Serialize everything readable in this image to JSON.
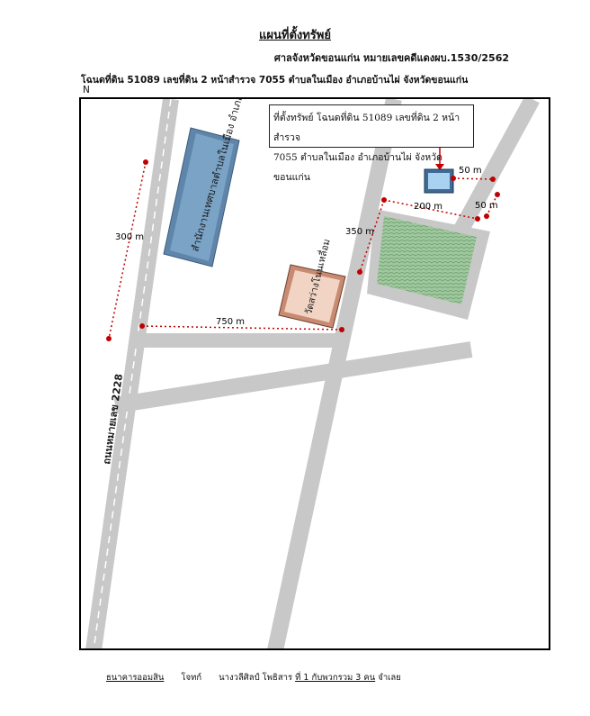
{
  "header": {
    "title": "แผนที่ตั้งทรัพย์",
    "court_line": "ศาลจังหวัดขอนแก่น หมายเลขคดีแดงผบ.1530/2562",
    "deed_line": "โฉนดที่ดิน 51089 เลขที่ดิน 2 หน้าสำรวจ 7055 ตำบลในเมือง อำเภอบ้านไผ่ จังหวัดขอนแก่น",
    "north": "N"
  },
  "map": {
    "callout": {
      "line1": "ที่ตั้งทรัพย์ โฉนดที่ดิน 51089 เลขที่ดิน 2 หน้าสำรวจ",
      "line2": "7055 ตำบลในเมือง อำเภอบ้านไผ่ จังหวัดขอนแก่น"
    },
    "landmarks": {
      "district_office": "สำนักงานเทศบาลตำบลในเมือง อำเภอบ้านไผ่",
      "temple": "วัดสว่างโนนเหลื่อม"
    },
    "road_label": "ถนนหมายเลข 2228",
    "distances": {
      "d300": "300 m",
      "d750": "750 m",
      "d350": "350 m",
      "d200": "200 m",
      "d50a": "50 m",
      "d50b": "50 m"
    },
    "colors": {
      "road": "#c8c8c8",
      "building": "#6e95b8",
      "temple": "#d7a38a",
      "plot": "#9cc49b",
      "dotted": "#c00000"
    }
  },
  "footer": {
    "bank": "ธนาคารออมสิน",
    "role": "โจทก์",
    "defendant_name": "นางวลีศิลป์ โพธิสาร",
    "defendant_group": "ที่ 1 กับพวกรวม 3 คน",
    "defendant_role": "จำเลย"
  }
}
